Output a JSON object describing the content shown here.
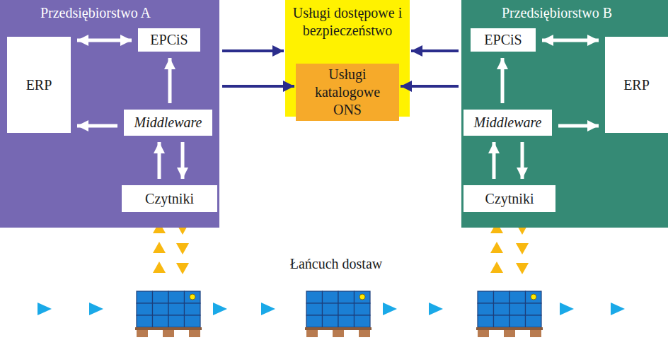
{
  "diagram": {
    "nodes": [
      {
        "text": [
          "Przedsiębiorstwo A"
        ]
      },
      {
        "text": [
          "ERP"
        ],
        "in": 0
      },
      {
        "text": [
          "EPCiS"
        ],
        "in": 0
      },
      {
        "text": [
          "Middleware"
        ],
        "in": 0
      },
      {
        "text": [
          "Czytniki"
        ],
        "in": 0
      },
      {
        "text": [
          "Usługi dostępowe i bezpieczeństwo"
        ]
      },
      {
        "text": [
          "Usługi katalogowe ONS"
        ],
        "in": 5
      },
      {
        "text": [
          "Przedsiębiorstwo B"
        ]
      },
      {
        "text": [
          "EPCiS"
        ],
        "in": 7
      },
      {
        "text": [
          "ERP"
        ],
        "in": 7
      },
      {
        "text": [
          "Middleware"
        ],
        "in": 7
      },
      {
        "text": [
          "Czytniki"
        ],
        "in": 7
      }
    ],
    "edges": [
      {
        "from": 1,
        "to": 2,
        "arrow": "both"
      },
      {
        "from": 3,
        "to": 2,
        "arrow": "to"
      },
      {
        "from": 3,
        "to": 1,
        "arrow": "to"
      },
      {
        "from": 4,
        "to": 3,
        "arrow": "to"
      },
      {
        "from": 3,
        "to": 4,
        "arrow": "to"
      },
      {
        "from": 0,
        "to": 5,
        "arrow": "to"
      },
      {
        "from": 0,
        "to": 6,
        "arrow": "to"
      },
      {
        "from": 7,
        "to": 5,
        "arrow": "to"
      },
      {
        "from": 7,
        "to": 6,
        "arrow": "to"
      },
      {
        "from": 8,
        "to": 9,
        "arrow": "both"
      },
      {
        "from": 10,
        "to": 8,
        "arrow": "to"
      },
      {
        "from": 10,
        "to": 9,
        "arrow": "to"
      },
      {
        "from": 11,
        "to": 10,
        "arrow": "to"
      },
      {
        "from": 10,
        "to": 11,
        "arrow": "to"
      }
    ],
    "labels": [
      "Łańcuch dostaw"
    ]
  }
}
